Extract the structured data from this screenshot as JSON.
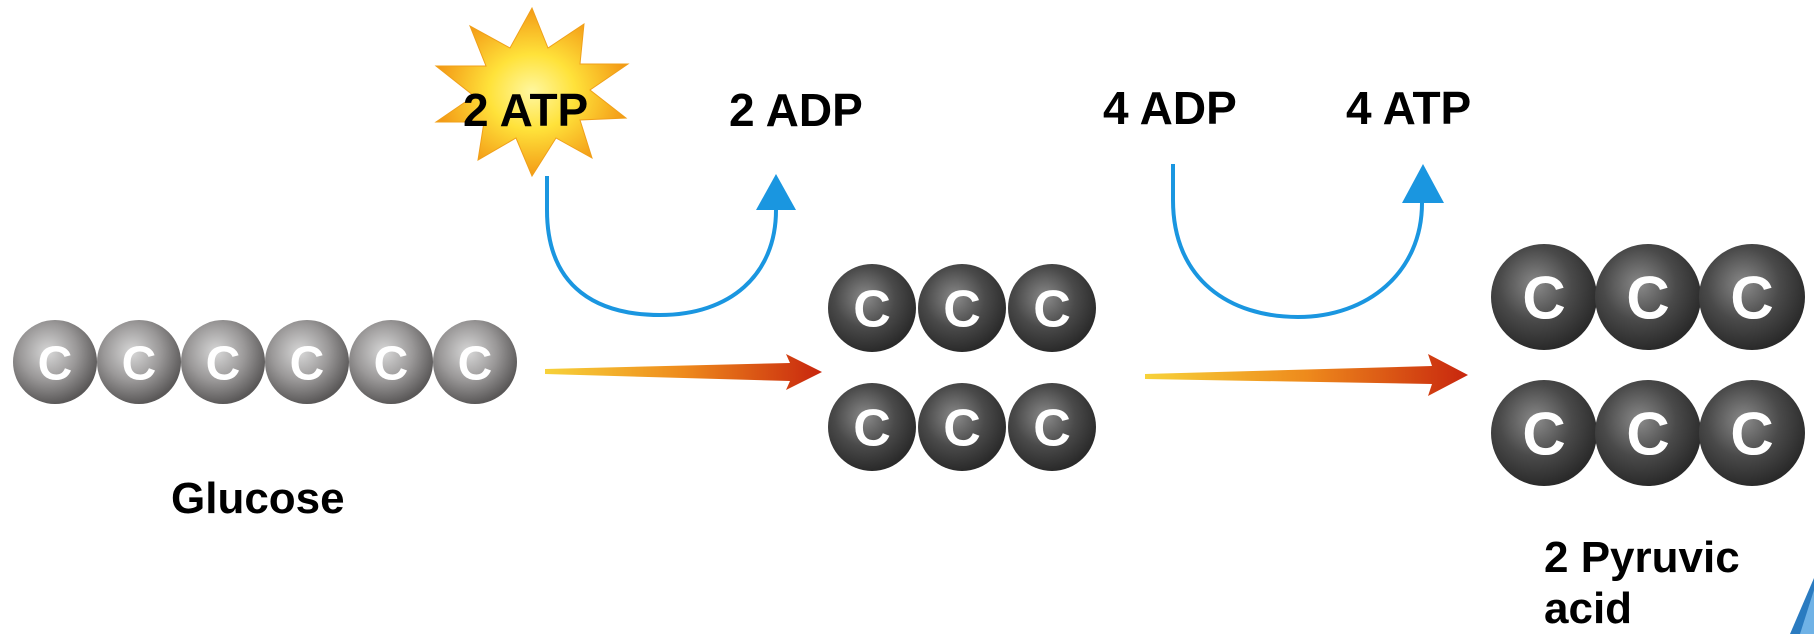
{
  "atom_symbol": "C",
  "molecules": {
    "glucose": {
      "label": "Glucose",
      "carbon_count": 6
    },
    "intermediate": {
      "carbon_count": 6,
      "rows": 2
    },
    "product": {
      "label_line1": "2 Pyruvic",
      "label_line2": "acid",
      "carbon_count": 6,
      "rows": 2
    }
  },
  "energy": {
    "step1_input": "2 ATP",
    "step1_output": "2 ADP",
    "step2_input": "4 ADP",
    "step2_output": "4 ATP"
  },
  "colors": {
    "cycle_arrow": "#1a96e0",
    "reaction_arrow_start": "#f5c326",
    "reaction_arrow_end": "#c8260e",
    "starburst_outer": "#f3a51b",
    "starburst_inner": "#fff25a",
    "atom_light": "#9a9898",
    "atom_dark": "#3d3d3d"
  }
}
